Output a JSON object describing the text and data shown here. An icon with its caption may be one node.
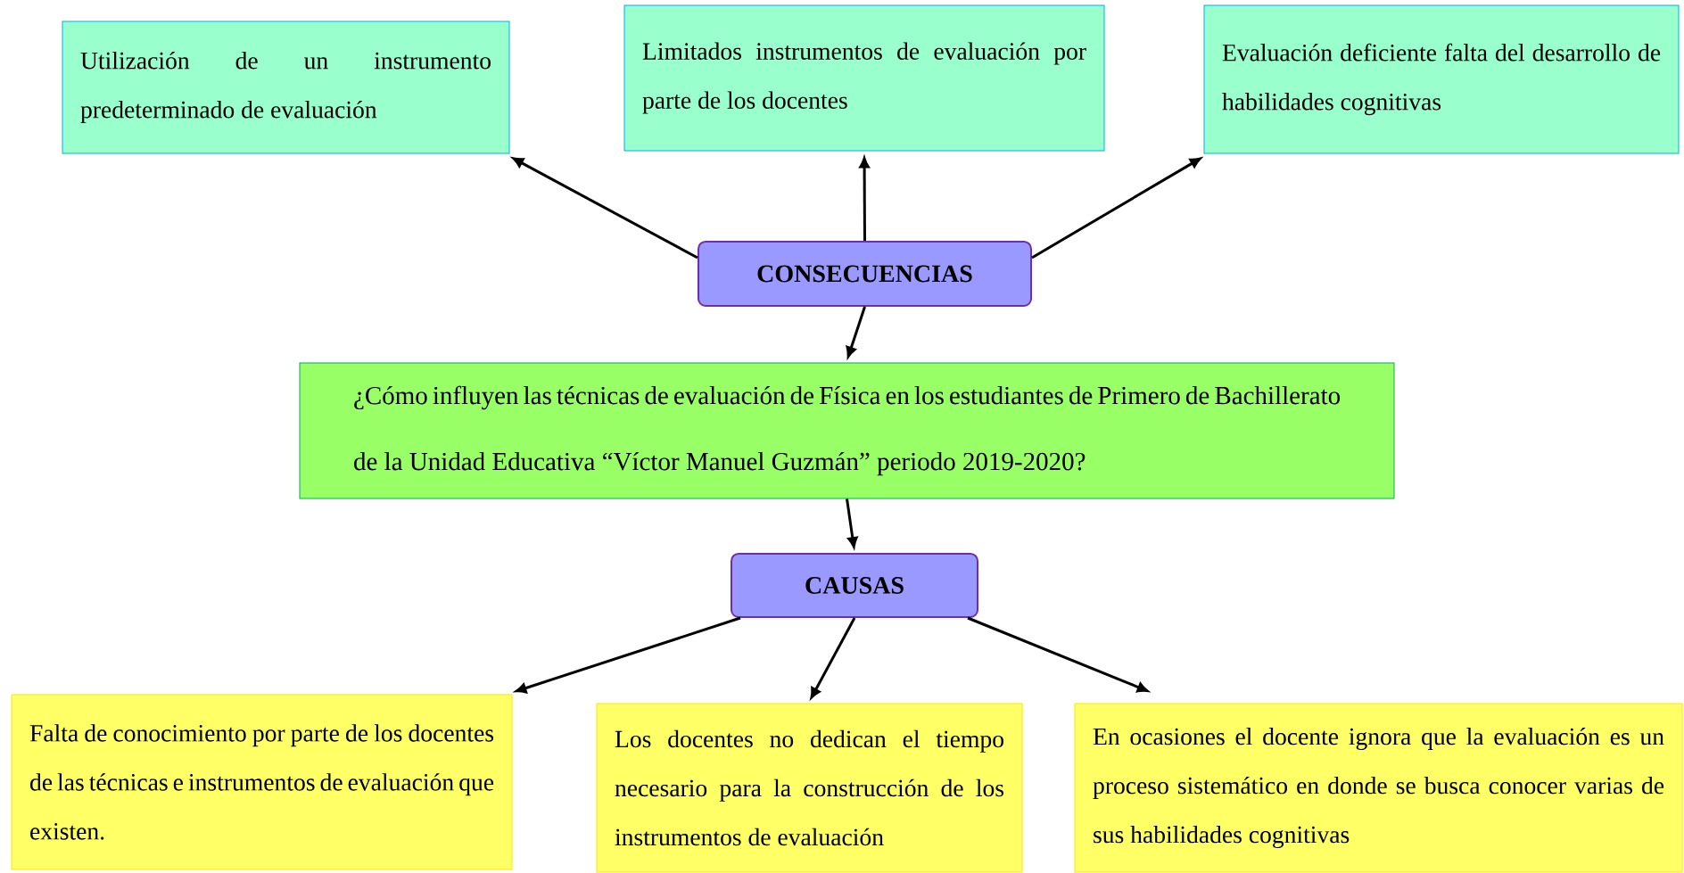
{
  "diagram": {
    "nodes": [
      {
        "text": [
          "Utilización de un instrumento predeterminado de evaluación"
        ]
      },
      {
        "text": [
          "Limitados instrumentos de evaluación por parte de los docentes"
        ]
      },
      {
        "text": [
          "Evaluación deficiente falta del desarrollo de habilidades cognitivas"
        ]
      },
      {
        "text": [
          "CONSECUENCIAS"
        ]
      },
      {
        "text": [
          "¿Cómo influyen las técnicas de evaluación de Física en los estudiantes de Primero de Bachillerato de la Unidad Educativa “Víctor Manuel Guzmán” periodo 2019-2020?"
        ]
      },
      {
        "text": [
          "CAUSAS"
        ]
      },
      {
        "text": [
          "Falta de conocimiento por parte de los docentes de las técnicas e instrumentos de evaluación que existen."
        ]
      },
      {
        "text": [
          "Los docentes no dedican el tiempo necesario para la construcción de los instrumentos de evaluación"
        ]
      },
      {
        "text": [
          "En ocasiones el docente ignora que la evaluación es un proceso sistemático en donde se busca conocer varias de sus habilidades cognitivas"
        ]
      }
    ],
    "edges": [
      {
        "from": 3,
        "to": 0,
        "arrow": "to"
      },
      {
        "from": 3,
        "to": 1,
        "arrow": "to"
      },
      {
        "from": 3,
        "to": 2,
        "arrow": "to"
      },
      {
        "from": 3,
        "to": 4,
        "arrow": "to"
      },
      {
        "from": 4,
        "to": 5,
        "arrow": "to"
      },
      {
        "from": 5,
        "to": 6,
        "arrow": "to"
      },
      {
        "from": 5,
        "to": 7,
        "arrow": "to"
      },
      {
        "from": 5,
        "to": 8,
        "arrow": "to"
      }
    ]
  }
}
